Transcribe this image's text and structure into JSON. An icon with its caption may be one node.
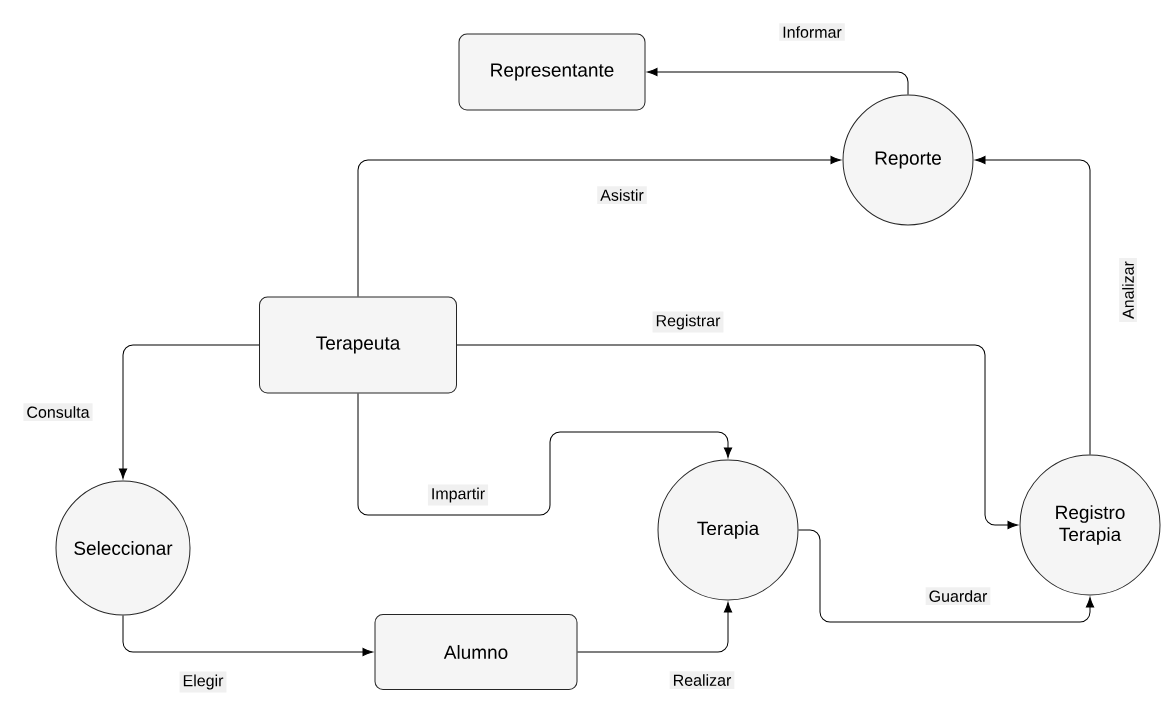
{
  "diagram": {
    "nodes": [
      {
        "text": [
          "Representante"
        ]
      },
      {
        "text": [
          "Reporte"
        ]
      },
      {
        "text": [
          "Terapeuta"
        ]
      },
      {
        "text": [
          "Seleccionar"
        ]
      },
      {
        "text": [
          "Terapia"
        ]
      },
      {
        "text": [
          "Registro Terapia"
        ]
      },
      {
        "text": [
          "Alumno"
        ]
      }
    ],
    "edges": [
      {
        "from": 1,
        "to": 0,
        "arrow": "to",
        "label": "Informar"
      },
      {
        "from": 2,
        "to": 1,
        "arrow": "to",
        "label": "Asistir"
      },
      {
        "from": 5,
        "to": 1,
        "arrow": "to",
        "label": "Analizar"
      },
      {
        "from": 2,
        "to": 5,
        "arrow": "to",
        "label": "Registrar"
      },
      {
        "from": 2,
        "to": 3,
        "arrow": "to",
        "label": "Consulta"
      },
      {
        "from": 2,
        "to": 4,
        "arrow": "to",
        "label": "Impartir"
      },
      {
        "from": 3,
        "to": 6,
        "arrow": "to",
        "label": "Elegir"
      },
      {
        "from": 6,
        "to": 4,
        "arrow": "to",
        "label": "Realizar"
      },
      {
        "from": 4,
        "to": 5,
        "arrow": "to",
        "label": "Guardar"
      }
    ]
  }
}
